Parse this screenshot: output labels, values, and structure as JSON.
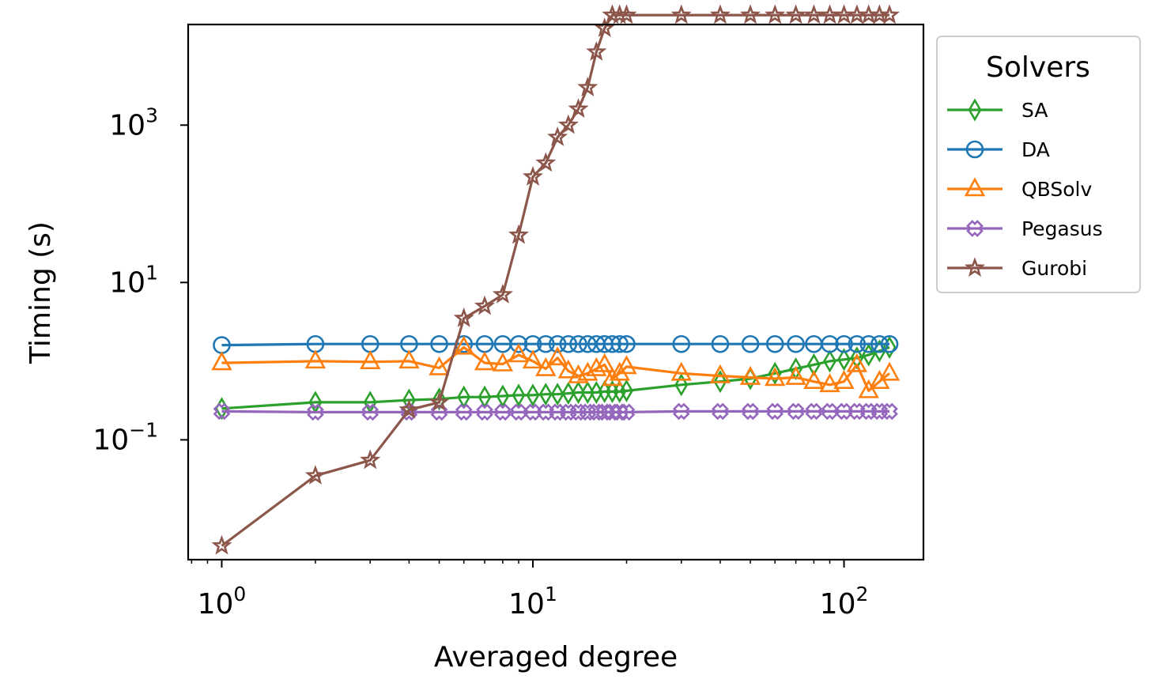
{
  "chart_data": {
    "type": "line",
    "title": "",
    "xlabel": "Averaged degree",
    "ylabel": "Timing (s)",
    "xscale": "log",
    "yscale": "log",
    "xlim": [
      0.78,
      180
    ],
    "ylim": [
      0.003,
      19000
    ],
    "x_ticks": [
      {
        "value": 1,
        "base": "10",
        "exp": "0"
      },
      {
        "value": 10,
        "base": "10",
        "exp": "1"
      },
      {
        "value": 100,
        "base": "10",
        "exp": "2"
      }
    ],
    "y_ticks": [
      {
        "value": 0.1,
        "base": "10",
        "exp": "−1"
      },
      {
        "value": 10,
        "base": "10",
        "exp": "1"
      },
      {
        "value": 1000,
        "base": "10",
        "exp": "3"
      }
    ],
    "grid": false,
    "legend": {
      "title": "Solvers",
      "placement": "outside upper right"
    },
    "series": [
      {
        "name": "SA",
        "color": "#2ca02c",
        "marker": "thin_diamond",
        "x": [
          1,
          2,
          3,
          4,
          5,
          6,
          7,
          8,
          9,
          10,
          11,
          12,
          13,
          14,
          15,
          16,
          17,
          18,
          19,
          20,
          30,
          40,
          50,
          60,
          70,
          80,
          90,
          100,
          110,
          120,
          130,
          140
        ],
        "y": [
          0.25,
          0.3,
          0.3,
          0.32,
          0.33,
          0.35,
          0.35,
          0.36,
          0.37,
          0.37,
          0.38,
          0.38,
          0.39,
          0.4,
          0.4,
          0.4,
          0.41,
          0.41,
          0.41,
          0.42,
          0.5,
          0.55,
          0.6,
          0.7,
          0.8,
          0.9,
          1.0,
          1.05,
          1.1,
          1.2,
          1.35,
          1.5
        ]
      },
      {
        "name": "DA",
        "color": "#1f77b4",
        "marker": "circle",
        "x": [
          1,
          2,
          3,
          4,
          5,
          6,
          7,
          8,
          9,
          10,
          11,
          12,
          13,
          14,
          15,
          16,
          17,
          18,
          19,
          20,
          30,
          40,
          50,
          60,
          70,
          80,
          90,
          100,
          110,
          120,
          130,
          140
        ],
        "y": [
          1.6,
          1.65,
          1.65,
          1.65,
          1.65,
          1.65,
          1.65,
          1.65,
          1.65,
          1.65,
          1.65,
          1.65,
          1.65,
          1.65,
          1.65,
          1.65,
          1.65,
          1.65,
          1.65,
          1.65,
          1.65,
          1.65,
          1.65,
          1.65,
          1.65,
          1.65,
          1.65,
          1.65,
          1.65,
          1.65,
          1.65,
          1.65
        ]
      },
      {
        "name": "QBSolv",
        "color": "#ff7f0e",
        "marker": "triangle",
        "x": [
          1,
          2,
          3,
          4,
          5,
          6,
          7,
          8,
          9,
          10,
          11,
          12,
          13,
          14,
          15,
          16,
          17,
          18,
          19,
          20,
          30,
          40,
          50,
          60,
          70,
          80,
          90,
          100,
          110,
          120,
          130,
          140
        ],
        "y": [
          0.95,
          1.0,
          0.98,
          1.0,
          0.82,
          1.5,
          0.95,
          0.92,
          1.2,
          1.0,
          0.8,
          1.1,
          0.75,
          0.65,
          0.7,
          0.8,
          0.9,
          0.6,
          0.7,
          0.85,
          0.7,
          0.65,
          0.62,
          0.6,
          0.62,
          0.55,
          0.5,
          0.55,
          0.9,
          0.42,
          0.55,
          0.7
        ]
      },
      {
        "name": "Pegasus",
        "color": "#9467bd",
        "marker": "X",
        "x": [
          1,
          2,
          3,
          4,
          5,
          6,
          7,
          8,
          9,
          10,
          11,
          12,
          13,
          14,
          15,
          16,
          17,
          18,
          19,
          20,
          30,
          40,
          50,
          60,
          70,
          80,
          90,
          100,
          110,
          120,
          130,
          140
        ],
        "y": [
          0.23,
          0.225,
          0.225,
          0.225,
          0.225,
          0.225,
          0.225,
          0.225,
          0.225,
          0.225,
          0.225,
          0.225,
          0.225,
          0.225,
          0.225,
          0.225,
          0.225,
          0.225,
          0.225,
          0.225,
          0.23,
          0.23,
          0.23,
          0.23,
          0.23,
          0.23,
          0.23,
          0.23,
          0.23,
          0.23,
          0.23,
          0.23
        ]
      },
      {
        "name": "Gurobi",
        "color": "#8c564b",
        "marker": "star",
        "x": [
          1,
          2,
          3,
          4,
          5,
          6,
          7,
          8,
          9,
          10,
          11,
          12,
          13,
          14,
          15,
          16,
          17,
          18,
          19,
          20,
          30,
          40,
          50,
          60,
          70,
          80,
          90,
          100,
          110,
          120,
          130,
          140
        ],
        "y": [
          0.0045,
          0.035,
          0.055,
          0.24,
          0.3,
          3.5,
          5,
          7,
          40,
          220,
          330,
          700,
          1000,
          1600,
          3000,
          8500,
          17000,
          25000,
          25000,
          25000,
          25000,
          25000,
          25000,
          25000,
          25000,
          25000,
          25000,
          25000,
          25000,
          25000,
          25000,
          25000
        ]
      }
    ]
  }
}
